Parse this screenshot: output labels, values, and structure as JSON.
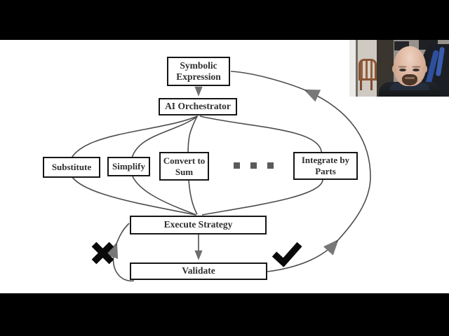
{
  "video_frame": {
    "letterbox_color": "#000000",
    "slide_background": "#ffffff"
  },
  "diagram": {
    "nodes": {
      "symbolic_expression": {
        "line1": "Symbolic",
        "line2": "Expression"
      },
      "ai_orchestrator": {
        "label": "AI Orchestrator"
      },
      "substitute": {
        "label": "Substitute"
      },
      "simplify": {
        "label": "Simplify"
      },
      "convert_to_sum": {
        "line1": "Convert to",
        "line2": "Sum"
      },
      "integrate_by_parts": {
        "line1": "Integrate by",
        "line2": "Parts"
      },
      "execute_strategy": {
        "label": "Execute Strategy"
      },
      "validate": {
        "label": "Validate"
      }
    },
    "edges": [
      {
        "from": "symbolic_expression",
        "to": "ai_orchestrator"
      },
      {
        "from": "ai_orchestrator",
        "to": "substitute"
      },
      {
        "from": "ai_orchestrator",
        "to": "simplify"
      },
      {
        "from": "ai_orchestrator",
        "to": "convert_to_sum"
      },
      {
        "from": "ai_orchestrator",
        "to": "integrate_by_parts"
      },
      {
        "from": "substitute",
        "to": "execute_strategy"
      },
      {
        "from": "simplify",
        "to": "execute_strategy"
      },
      {
        "from": "convert_to_sum",
        "to": "execute_strategy"
      },
      {
        "from": "integrate_by_parts",
        "to": "execute_strategy"
      },
      {
        "from": "execute_strategy",
        "to": "validate"
      },
      {
        "from": "validate",
        "to": "execute_strategy",
        "condition": "failure (cross-mark)"
      },
      {
        "from": "validate",
        "to": "symbolic_expression",
        "condition": "success (check-mark)"
      }
    ],
    "icons": {
      "failure_mark": "cross-mark",
      "success_mark": "check-mark",
      "ellipsis": "three-square-dots"
    },
    "colors": {
      "connector": "#4d4d4d",
      "arrowhead": "#6e6e6e",
      "node_border": "#161616",
      "node_text": "#2f2f2f",
      "mark": "#0a0a0a",
      "dots": "#5a5a5a"
    }
  },
  "webcam": {
    "position": "top-right",
    "description": "bald presenter with goatee in dark jacket; wooden chair, doorway and blue-black gaming chair in background"
  }
}
